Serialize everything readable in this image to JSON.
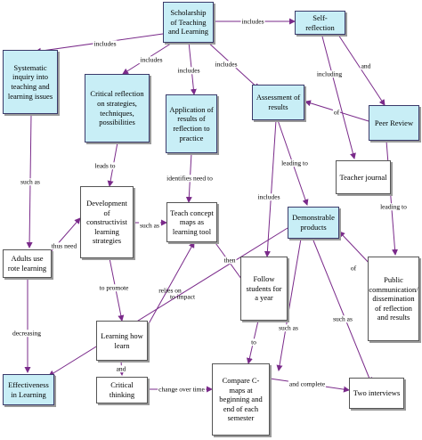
{
  "nodes": {
    "scholarship": "Scholarship of Teaching and Learning",
    "self_reflection": "Self-reflection",
    "systematic_inquiry": "Systematic inquiry into teaching and learning issues",
    "critical_reflection": "Critical reflection on strategies, techniques, possibilities",
    "application_results": "Application of results of reflection to practice",
    "assessment_results": "Assessment of results",
    "peer_review": "Peer Review",
    "teacher_journal": "Teacher journal",
    "development_constructivist": "Development of constructivist learning strategies",
    "teach_concept_maps": "Teach concept maps as learning tool",
    "demonstrable_products": "Demonstrable products",
    "adults_rote": "Adults use rote learning",
    "follow_students": "Follow students for a year",
    "public_communication": "Public communication/ dissemination of reflection and results",
    "learning_how_learn": "Learning how learn",
    "effectiveness": "Effectiveness in Learning",
    "critical_thinking": "Critical thinking",
    "compare_cmaps": "Compare C-maps at beginning and end of each semester",
    "two_interviews": "Two interviews"
  },
  "edge_labels": {
    "includes_top": "includes",
    "includes_left": "includes",
    "includes_a": "includes",
    "includes_b": "includes",
    "includes_c": "includes",
    "and_self": "and",
    "including": "including",
    "of_assessment": "of",
    "leads_to_dev": "leads to",
    "identifies_need": "identifies need to",
    "leading_to_demo": "leading to",
    "includes_follow": "includes",
    "leading_to_public": "leading to",
    "such_as_adults": "such as",
    "thus_need": "thus need",
    "such_as_teach": "such as",
    "to_promote": "to promote",
    "relies_on": "relies on",
    "to_impact": "to impact",
    "then": "then",
    "of_public": "of",
    "decreasing": "decreasing",
    "to_compare": "to",
    "such_as_compare": "such as",
    "such_as_interviews": "such as",
    "and_critical": "and",
    "change_over_time": "change over time",
    "and_complete": "and complete"
  },
  "colors": {
    "concept_fill": "#c8eef6",
    "line": "#7a2a8a"
  }
}
